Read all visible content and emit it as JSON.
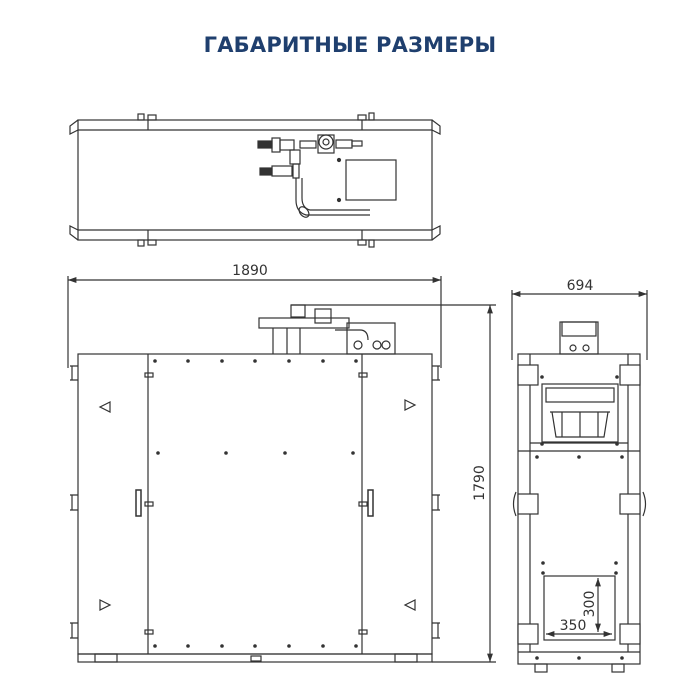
{
  "header": {
    "title": "ГАБАРИТНЫЕ РАЗМЕРЫ"
  },
  "colors": {
    "title": "#1f3f6e",
    "line": "#333333",
    "background": "#ffffff"
  },
  "views": {
    "top": {
      "label": "top-view"
    },
    "front": {
      "label": "front-view",
      "width_dim": "1890",
      "height_dim": "1790"
    },
    "side": {
      "label": "side-view",
      "width_dim": "694",
      "opening_width": "350",
      "opening_height": "300"
    }
  }
}
